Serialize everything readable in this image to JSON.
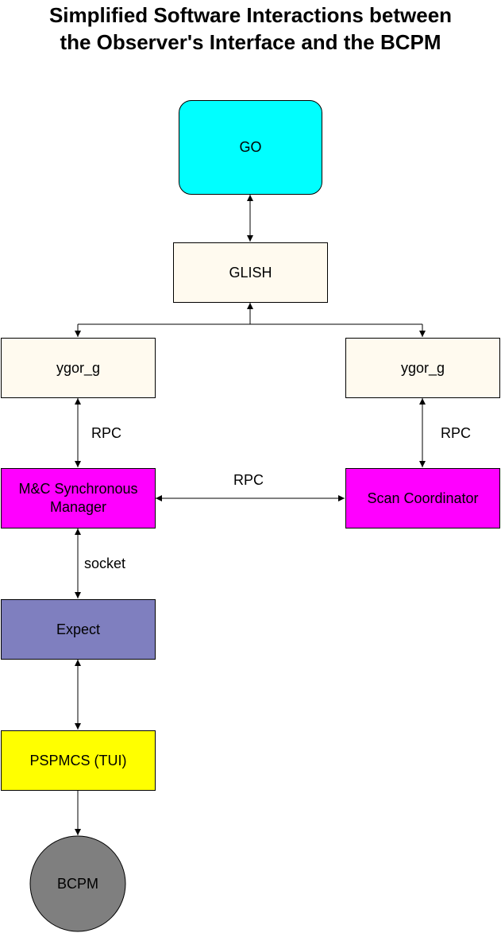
{
  "title": {
    "line1": "Simplified Software Interactions between",
    "line2": "the Observer's Interface and the BCPM"
  },
  "nodes": {
    "go": {
      "label": "GO",
      "color": "#00FFFF"
    },
    "glish": {
      "label": "GLISH",
      "color": "#FFFAEF"
    },
    "ygor_left": {
      "label": "ygor_g",
      "color": "#FFFAEF"
    },
    "ygor_right": {
      "label": "ygor_g",
      "color": "#FFFAEF"
    },
    "mc_manager": {
      "label": "M&C Synchronous Manager",
      "line1": "M&C Synchronous",
      "line2": "Manager",
      "color": "#FF00FF"
    },
    "scan_coordinator": {
      "label": "Scan Coordinator",
      "color": "#FF00FF"
    },
    "expect": {
      "label": "Expect",
      "color": "#7F7FBF"
    },
    "pspmcs": {
      "label": "PSPMCS (TUI)",
      "color": "#FFFF00"
    },
    "bcpm": {
      "label": "BCPM",
      "color": "#7F7F7F"
    }
  },
  "edges": {
    "ygor_left_mc": {
      "label": "RPC"
    },
    "ygor_right_scan": {
      "label": "RPC"
    },
    "mc_scan": {
      "label": "RPC"
    },
    "mc_expect": {
      "label": "socket"
    }
  }
}
